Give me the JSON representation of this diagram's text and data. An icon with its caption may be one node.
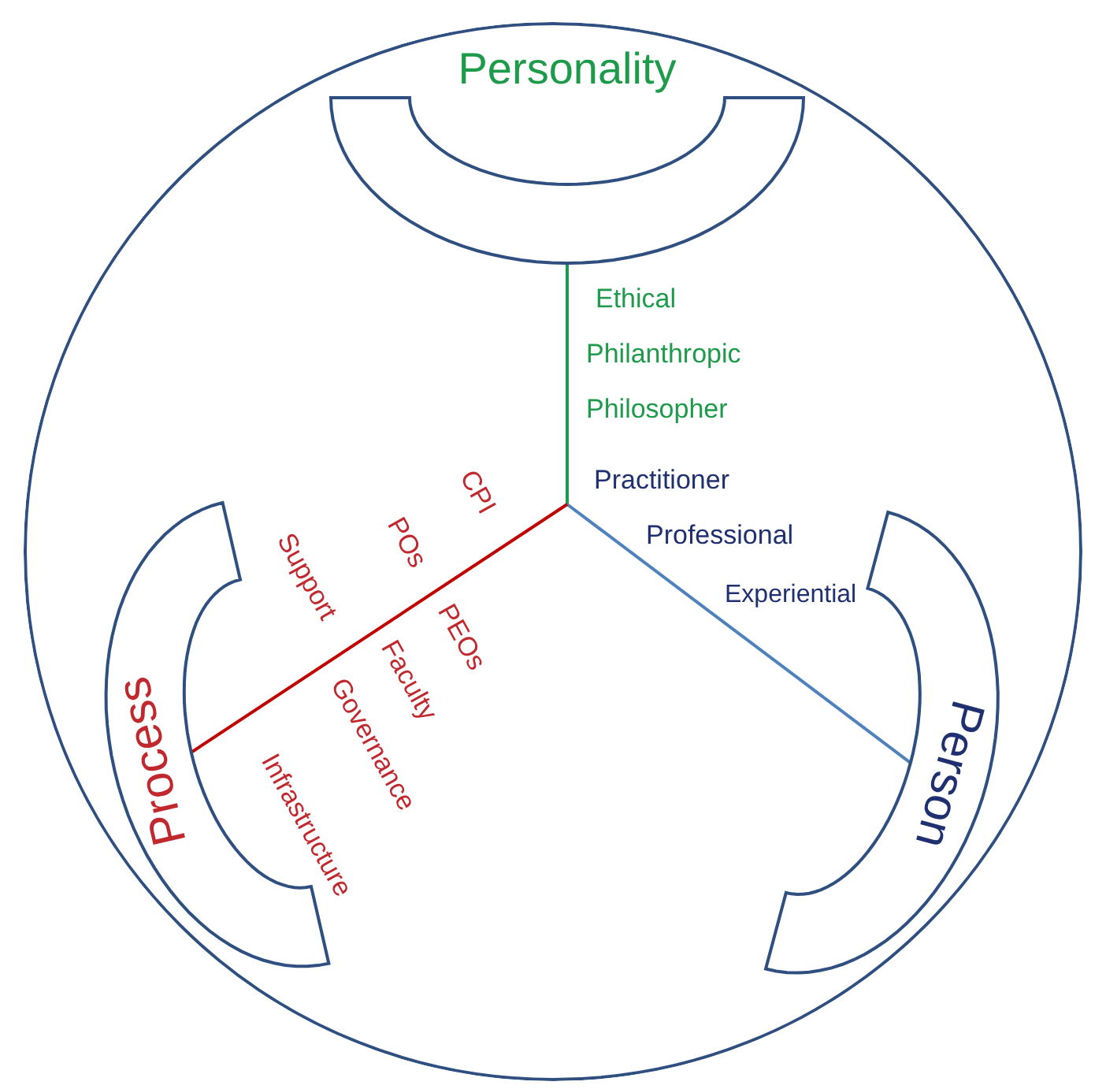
{
  "diagram": {
    "nodes": [
      {
        "text": [],
        "shape": "circle"
      },
      {
        "text": [
          "Personality"
        ],
        "in": 0
      },
      {
        "text": [
          "Person"
        ],
        "in": 0
      },
      {
        "text": [
          "Process"
        ],
        "in": 0
      }
    ],
    "edges": [
      {
        "from": null,
        "to": 1,
        "arrow": "none",
        "color": "#1e9a4b"
      },
      {
        "from": null,
        "to": 2,
        "arrow": "none",
        "color": "#4f81bd"
      },
      {
        "from": null,
        "to": 3,
        "arrow": "none",
        "color": "#c00000"
      }
    ],
    "labels": [
      "Ethical",
      "Philanthropic",
      "Philosopher",
      "Practitioner",
      "Professional",
      "Experiential",
      "CPI",
      "POs",
      "PEOs",
      "Support",
      "Faculty",
      "Governance",
      "Infrastructure"
    ]
  }
}
